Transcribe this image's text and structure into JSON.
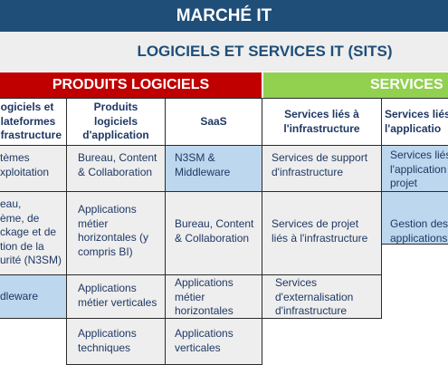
{
  "title": "MARCHÉ IT",
  "subtitle": "LOGICIELS ET SERVICES IT (SITS)",
  "sections": {
    "products": "PRODUITS LOGICIELS",
    "services": "SERVICES"
  },
  "columns": {
    "infra": "ogiciels et\nlateformes\nfrastructure",
    "apps": "Produits\nlogiciels\nd'application",
    "saas": "SaaS",
    "svc_infra": "Services liés à\nl'infrastructure",
    "svc_apps": "Services liés\nl'applicatio"
  },
  "cells": {
    "infra_1": "tèmes\nxploitation",
    "infra_2": "eau,\nème, de\nckage et de\ntion de la\nurité (N3SM)",
    "infra_3": "dleware",
    "apps_1": "Bureau, Content\n& Collaboration",
    "apps_2": "Applications\nmétier\nhorizontales (y\ncompris BI)",
    "apps_3": "Applications\nmétier verticales",
    "apps_4": "Applications\ntechniques",
    "saas_1": "N3SM &\nMiddleware",
    "saas_2": "Bureau, Content\n& Collaboration",
    "saas_3": "Applications\nmétier\nhorizontales",
    "saas_4": "Applications\nverticales",
    "svc_infra_1": "Services de support\nd'infrastructure",
    "svc_infra_2": "Services de projet\nliés à l'infrastructure",
    "svc_infra_3": "Services\nd'externalisation\nd'infrastructure",
    "svc_apps_1": "Services liés\nl'application\nprojet",
    "svc_apps_2": "Gestion des\napplications"
  },
  "colors": {
    "title_bg": "#1f4e79",
    "products_bg": "#c00000",
    "services_bg": "#92d050",
    "cell_grey": "#eeeeee",
    "cell_blue": "#bdd7ee",
    "text": "#1f3864"
  }
}
